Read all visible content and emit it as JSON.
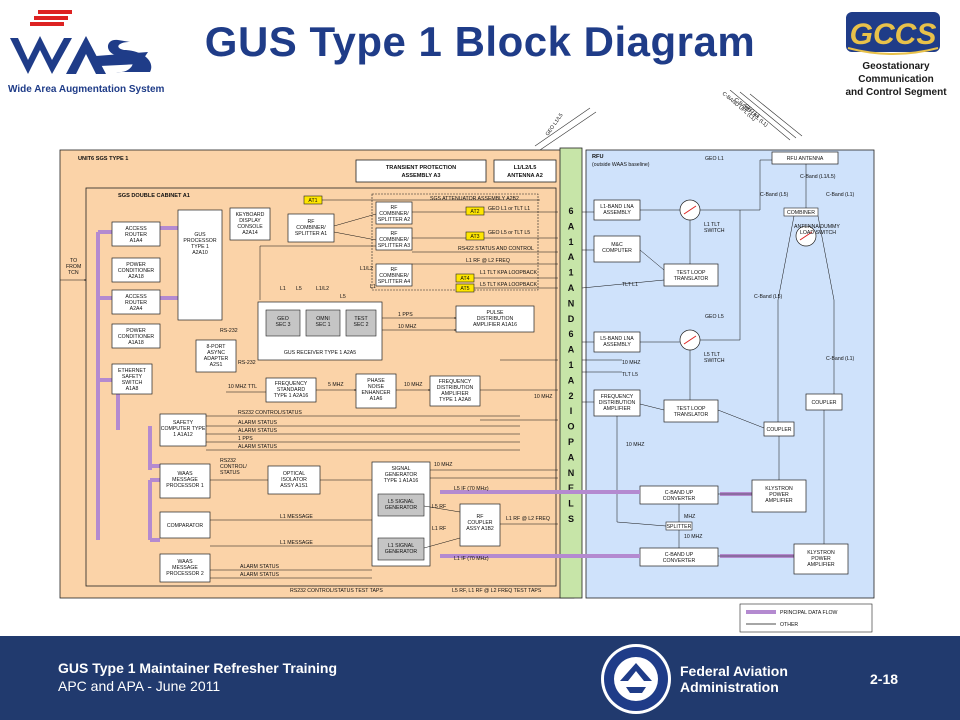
{
  "slide": {
    "title": "GUS Type 1 Block Diagram"
  },
  "header": {
    "waas_subtitle": "Wide Area Augmentation System",
    "gccs_line1": "Geostationary",
    "gccs_line2": "Communication",
    "gccs_line3": "and Control Segment"
  },
  "footer": {
    "course": "GUS Type 1 Maintainer Refresher Training",
    "date": "APC and APA - June 2011",
    "faa1": "Federal Aviation",
    "faa2": "Administration",
    "page": "2-18"
  },
  "colors": {
    "navy": "#213a6e",
    "title": "#1f3c88",
    "cabinet": "#fbd3a8",
    "rfu": "#cfe2fb",
    "panel": "#c7e5a8",
    "data_flow": "#c9a2df"
  },
  "diagram": {
    "unit_title": "UNIT6 SGS TYPE 1",
    "cabinet_title": "SGS DOUBLE CABINET A1",
    "transient": "TRANSIENT PROTECTION",
    "transient2": "ASSEMBLY A3",
    "antenna": "L1/L2/L5",
    "antenna2": "ANTENNA A2",
    "panel_text": [
      "6",
      "A",
      "1",
      "A",
      "1",
      "A",
      "N",
      "D",
      "6",
      "A",
      "1",
      "A",
      "2",
      "I",
      "O",
      "P",
      "A",
      "N",
      "E",
      "L",
      "S"
    ],
    "access_router_top": [
      "ACCESS",
      "ROUTER",
      "A1A4"
    ],
    "power_cond_top": [
      "POWER",
      "CONDITIONER",
      "A2A18"
    ],
    "access_router_bot": [
      "ACCESS",
      "ROUTER",
      "A2A4"
    ],
    "power_cond_bot": [
      "POWER",
      "CONDITIONER",
      "A1A18"
    ],
    "to_from": [
      "TO",
      "FROM",
      "TCN"
    ],
    "ethernet": [
      "ETHERNET",
      "SAFETY",
      "SWITCH",
      "A1A8"
    ],
    "gus_proc": [
      "GUS",
      "PROCESSOR",
      "TYPE 1",
      "A2A10"
    ],
    "kvm": [
      "KEYBOARD",
      "DISPLAY",
      "CONSOLE",
      "A2A14"
    ],
    "async": [
      "8-PORT",
      "ASYNC",
      "ADAPTER",
      "A2S1"
    ],
    "rs232": "RS-232",
    "rs232b": "RS-232",
    "at1": "AT1",
    "rf_comb_a1": [
      "RF",
      "COMBINER/",
      "SPLITTER A1"
    ],
    "rf_comb_a2": [
      "RF",
      "COMBINER/",
      "SPLITTER A2"
    ],
    "rf_comb_a3": [
      "RF",
      "COMBINER/",
      "SPLITTER A3"
    ],
    "rf_comb_a4": [
      "RF",
      "COMBINER/",
      "SPLITTER A4"
    ],
    "sgs_atten": "SGS ATTENUATOR ASSEMBLY A2B2",
    "at2": "AT2",
    "at3": "AT3",
    "at4": "AT4",
    "at5": "AT5",
    "geo_sec": [
      "GEO",
      "SEC 3"
    ],
    "omni": [
      "OMNI",
      "SEC 1"
    ],
    "test_sec": [
      "TEST",
      "SEC 2"
    ],
    "receiver": "GUS RECEIVER TYPE 1 A2A5",
    "pulse": [
      "PULSE",
      "DISTRIBUTION",
      "AMPLIFIER A1A16"
    ],
    "freq_std": [
      "FREQUENCY",
      "STANDARD",
      "TYPE 1 A2A16"
    ],
    "phase": [
      "PHASE",
      "NOISE",
      "ENHANCER",
      "A1A6"
    ],
    "freq_dist": [
      "FREQUENCY",
      "DISTRIBUTION",
      "AMPLIFIER",
      "TYPE 1 A2A8"
    ],
    "safety": [
      "SAFETY",
      "COMPUTER TYPE",
      "1 A1A12"
    ],
    "wmp1": [
      "WAAS",
      "MESSAGE",
      "PROCESSOR 1"
    ],
    "comparator": "COMPARATOR",
    "wmp2": [
      "WAAS",
      "MESSAGE",
      "PROCESSOR 2"
    ],
    "optical": [
      "OPTICAL",
      "ISOLATOR",
      "ASSY A1S1"
    ],
    "siggen": [
      "SIGNAL",
      "GENERATOR",
      "TYPE 1 A1A16"
    ],
    "l5_siggen": [
      "L5 SIGNAL",
      "GENERATOR"
    ],
    "l1_siggen": [
      "L1 SIGNAL",
      "GENERATOR"
    ],
    "rf_coupler": [
      "RF",
      "COUPLER",
      "ASSY A1B2"
    ],
    "rfu_title": "RFU",
    "rfu_sub": "(outside WAAS baseline)",
    "rfu_antenna": "RFU ANTENNA",
    "l1_lna": [
      "L1-BAND LNA",
      "ASSEMBLY"
    ],
    "l5_lna": [
      "L5-BAND LNA",
      "ASSEMBLY"
    ],
    "mc": [
      "M&C",
      "COMPUTER"
    ],
    "test_loop1": [
      "TEST LOOP",
      "TRANSLATOR"
    ],
    "test_loop2": [
      "TEST LOOP",
      "TRANSLATOR"
    ],
    "fda": [
      "FREQUENCY",
      "DISTRIBUTION",
      "AMPLIFIER"
    ],
    "l1_switch": [
      "L1 TLT",
      "SWITCH"
    ],
    "l5_switch": [
      "L5 TLT",
      "SWITCH"
    ],
    "combiner": "COMBINER",
    "ant_dummy": [
      "ANTENNA/DUMMY",
      "LOAD SWITCH"
    ],
    "coupler1": "COUPLER",
    "coupler2": "COUPLER",
    "klystron1": [
      "KLYSTRON",
      "POWER",
      "AMPLIFIER"
    ],
    "klystron2": [
      "KLYSTRON",
      "POWER",
      "AMPLIFIER"
    ],
    "cband_up1": [
      "C-BAND UP",
      "CONVERTER"
    ],
    "cband_up2": [
      "C-BAND UP",
      "CONVERTER"
    ],
    "splitter": "SPLITTER",
    "labels": {
      "geo_l1": "GEO L1",
      "cband_l1l5": "C-Band (L1/L5)",
      "cband_l5": "C-Band (L5)",
      "cband_l1": "C-Band (L1)",
      "cband_l5b": "C-Band (L5)",
      "cband_l1b": "C-Band (L1)",
      "tlt_l1": "TLT L1",
      "tlt_l5": "TLT L5",
      "geo_l5": "GEO L5",
      "mhz10": "10 MHZ",
      "mhz10b": "10 MHZ",
      "l1_l5_geo": "GEO L1 or TLT L1",
      "l5_geo": "GEO L5 or TLT L5",
      "rs422": "RS422 STATUS AND CONTROL",
      "l1_rf": "L1 RF @ L2 FREQ",
      "l1_loop": "L1 TLT KPA LOOPBACK",
      "l5_loop": "L5 TLT KPA LOOPBACK",
      "pps": "1 PPS",
      "pps_mhz": "10 MHZ",
      "ttl": "10 MHZ TTL",
      "mhz5": "5 MHZ",
      "mhz10c": "10 MHZ",
      "rs232cs": "RS232 CONTROL/STATUS",
      "alarm1": "ALARM STATUS",
      "alarm2": "ALARM STATUS",
      "pps2": "1 PPS",
      "alarm3": "ALARM STATUS",
      "rs232c": "RS232",
      "ctrl": "CONTROL/",
      "status": "STATUS",
      "l5_if": "L5 IF (70 MHz)",
      "l5_rf": "L5 RF",
      "l1_rf2": "L1 RF",
      "l1rfl2": "L1 RF @ L2 FREQ",
      "l1_if": "L1 IF (70 MHz)",
      "l1_msg": "L1 MESSAGE",
      "l1_msg2": "L1 MESSAGE",
      "alarm4": "ALARM STATUS",
      "alarm5": "ALARM STATUS",
      "test_taps": "RS232 CONTROL/STATUS TEST TAPS",
      "freq_taps": "L5 RF, L1 RF @ L2 FREQ TEST TAPS",
      "mhz10d": "10 MHZ",
      "mhz10e": "10 MHZ",
      "mhz": "MHZ",
      "mhz10f": "10 MHZ",
      "mhz10g": "10 MHZ",
      "geo_l1_tlt": "GEO L1 (L1)",
      "sat_label1": "GEO L1/L5",
      "l1": "L1",
      "l5": "L5",
      "l1l2": "L1/L2",
      "l5b": "L5",
      "l1b": "L1",
      "l1l2b": "L1/L2",
      "l5c": "L5",
      "upl1": "C-BAND UPL (L1)",
      "upl2": "C-BAND UPL (L1)",
      "upl3": "GEO L1"
    },
    "legend": {
      "data_flow": "PRINCIPAL DATA FLOW",
      "other": "OTHER"
    }
  }
}
